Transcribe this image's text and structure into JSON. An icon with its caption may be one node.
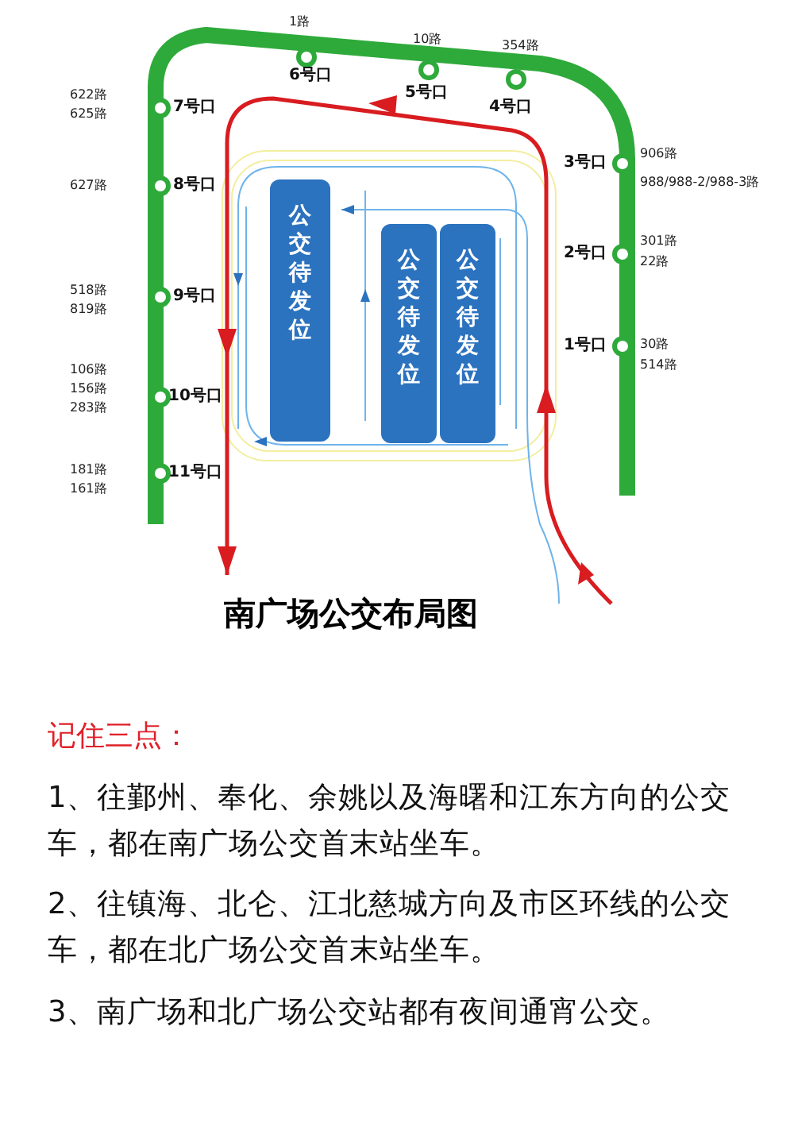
{
  "diagram": {
    "title": "南广场公交布局图",
    "nodes": [
      {
        "text": [
          "公交待发位"
        ]
      },
      {
        "text": [
          "公交待发位"
        ]
      },
      {
        "text": [
          "公交待发位"
        ]
      }
    ],
    "edges": [],
    "labels": [
      "1路",
      "10路",
      "354路",
      "6号口",
      "5号口",
      "4号口",
      "622路",
      "625路",
      "7号口",
      "3号口",
      "906路",
      "988/988-2/988-3路",
      "627路",
      "8号口",
      "2号口",
      "301路",
      "22路",
      "518路",
      "819路",
      "9号口",
      "1号口",
      "30路",
      "514路",
      "106路",
      "156路",
      "283路",
      "10号口",
      "181路",
      "161路",
      "11号口",
      "记住三点：",
      "1、往鄞州、奉化、余姚以及海曙和江东方向的公交车，都在南广场公交首末站坐车。",
      "2、往镇海、北仑、江北慈城方向及市区环线的公交车，都在北广场公交首末站坐车。",
      "3、南广场和北广场公交站都有夜间通宵公交。"
    ]
  }
}
